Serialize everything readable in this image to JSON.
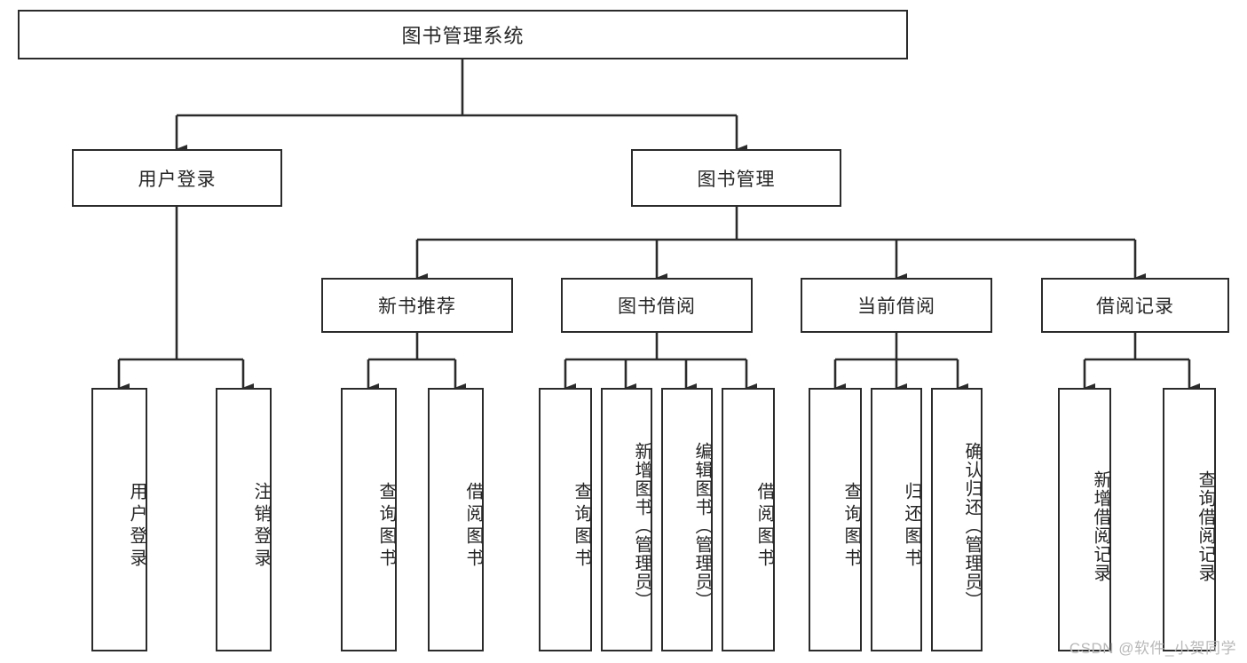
{
  "diagram": {
    "title": "图书管理系统",
    "type": "tree-hierarchy",
    "watermark": "CSDN @软件_小贺同学",
    "colors": {
      "box_border": "#2b2b2b",
      "box_fill": "#ffffff",
      "connector": "#2b2b2b",
      "text": "#262626",
      "watermark": "#b9b9b9",
      "background": "#ffffff"
    },
    "nodes": {
      "root": {
        "label": "图书管理系统"
      },
      "level2": [
        {
          "id": "user-login",
          "label": "用户登录"
        },
        {
          "id": "book-management",
          "label": "图书管理"
        }
      ],
      "level3": [
        {
          "id": "new-book-recommend",
          "label": "新书推荐"
        },
        {
          "id": "book-borrow",
          "label": "图书借阅"
        },
        {
          "id": "current-borrow",
          "label": "当前借阅"
        },
        {
          "id": "borrow-record",
          "label": "借阅记录"
        }
      ],
      "leaves": {
        "user_login": [
          {
            "id": "leaf-user-login",
            "label": "用户登录"
          },
          {
            "id": "leaf-logout-login",
            "label": "注销登录"
          }
        ],
        "new_book_recommend": [
          {
            "id": "leaf-query-book-1",
            "label": "查询图书"
          },
          {
            "id": "leaf-borrow-book-1",
            "label": "借阅图书"
          }
        ],
        "book_borrow": [
          {
            "id": "leaf-query-book-2",
            "label": "查询图书"
          },
          {
            "id": "leaf-add-book",
            "label": "新增图书（管理员）"
          },
          {
            "id": "leaf-edit-book",
            "label": "编辑图书（管理员）"
          },
          {
            "id": "leaf-borrow-book-2",
            "label": "借阅图书"
          }
        ],
        "current_borrow": [
          {
            "id": "leaf-query-book-3",
            "label": "查询图书"
          },
          {
            "id": "leaf-return-book",
            "label": "归还图书"
          },
          {
            "id": "leaf-confirm-return",
            "label": "确认归还（管理员）"
          }
        ],
        "borrow_record": [
          {
            "id": "leaf-add-record",
            "label": "新增借阅记录"
          },
          {
            "id": "leaf-query-record",
            "label": "查询借阅记录"
          }
        ]
      }
    }
  }
}
